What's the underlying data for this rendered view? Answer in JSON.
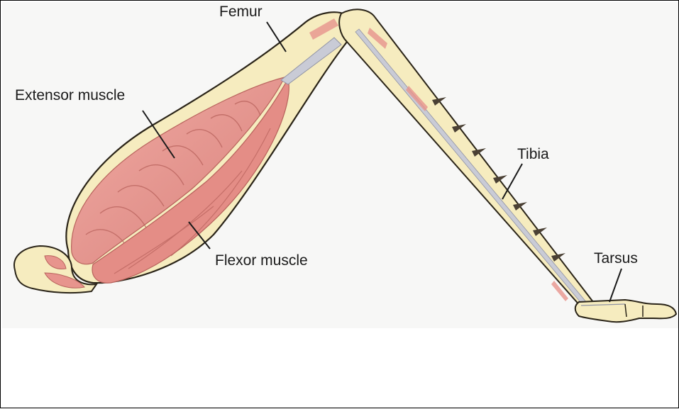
{
  "labels": {
    "femur": "Femur",
    "extensor": "Extensor muscle",
    "tibia": "Tibia",
    "flexor": "Flexor muscle",
    "tarsus": "Tarsus"
  },
  "colors": {
    "cuticle": "#f6ecbf",
    "cuticle_edge": "#2a2418",
    "muscle": "#e7948d",
    "muscle_dark": "#c76b66",
    "tendon": "#c9cbd6",
    "spine": "#4a4034"
  }
}
